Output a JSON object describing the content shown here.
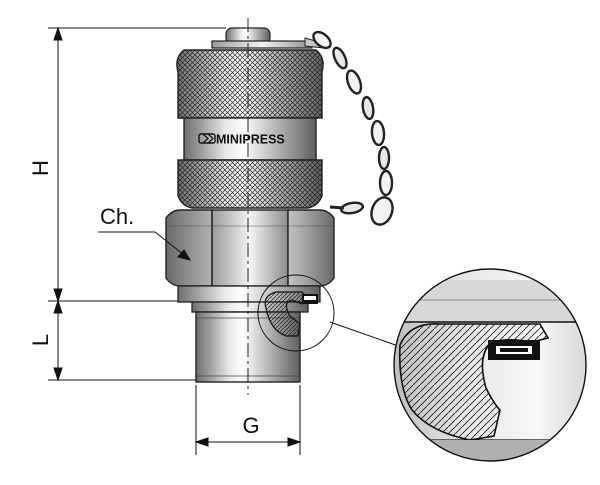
{
  "drawing": {
    "brand_text": "MINIPRESS",
    "labels": {
      "height": "H",
      "length": "L",
      "thread": "G",
      "wrench_flat": "Ch."
    }
  }
}
